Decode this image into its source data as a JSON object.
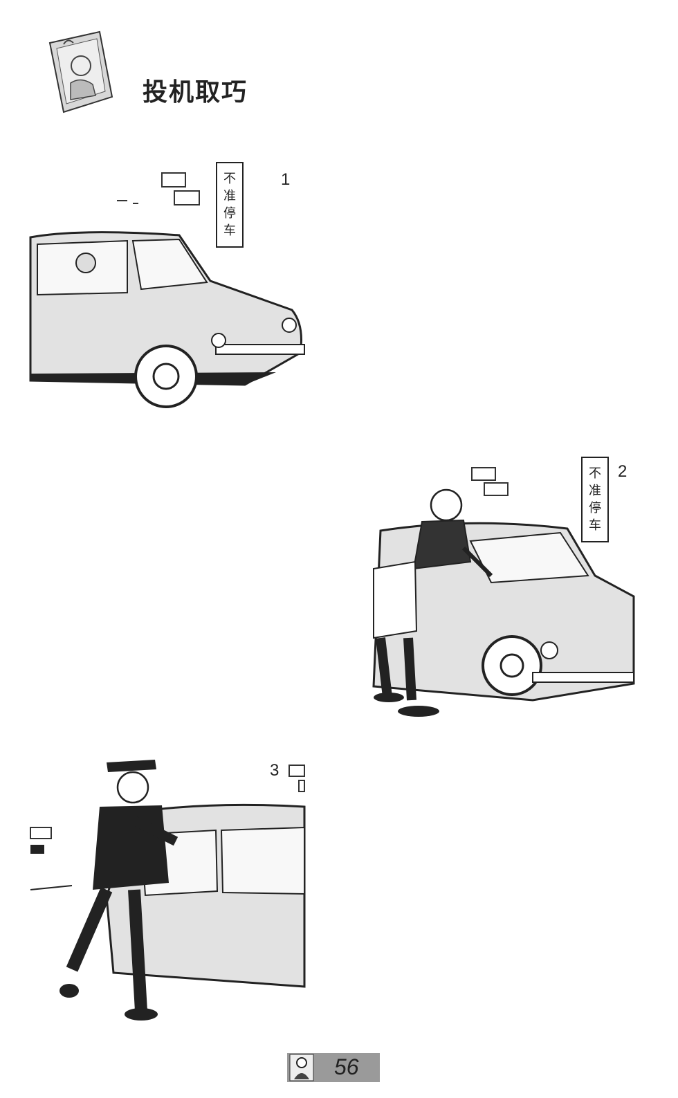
{
  "title": "投机取巧",
  "panels": [
    {
      "number": "1",
      "sign_text": [
        "不",
        "准",
        "停",
        "车"
      ]
    },
    {
      "number": "2",
      "sign_text": [
        "不",
        "准",
        "停",
        "车"
      ]
    },
    {
      "number": "3"
    }
  ],
  "page_number": "56"
}
